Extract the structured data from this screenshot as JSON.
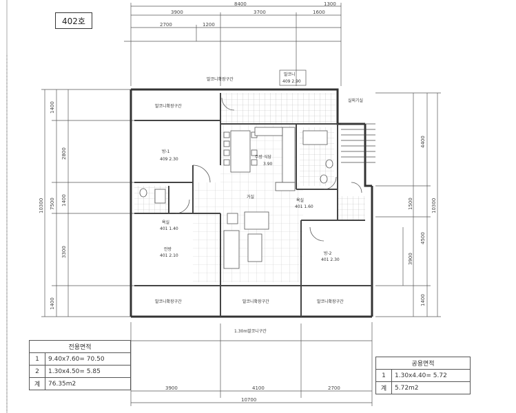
{
  "unit_label": "402호",
  "dimensions": {
    "top_total": "8400",
    "top_right": "1300",
    "top_row1": [
      "3900",
      "3700",
      "1600"
    ],
    "top_row2": [
      "2700",
      "1200"
    ],
    "left_total": "10300",
    "left_row1": [
      "1400",
      "2800",
      "1400",
      "3300",
      "1400"
    ],
    "left_row2": [
      "7500"
    ],
    "right_row1": [
      "4400",
      "1500",
      "4500",
      "1400"
    ],
    "right_total": "10300",
    "right_inner": "3900",
    "bottom_row1": [
      "3900",
      "4100",
      "2700"
    ],
    "bottom_total": "10700"
  },
  "rooms": {
    "balcony_top_left": "발코니확장구간",
    "room1": "방-1",
    "room1_area": "409 2.30",
    "kitchen": "주방·식당",
    "kitchen_area": "3.90",
    "living": "거실",
    "bath": "욕실",
    "bath_area": "401 1.40",
    "bath2": "욕실",
    "bath2_area": "401 1.60",
    "master": "안방",
    "master_area": "401 2.10",
    "room2": "방-2",
    "room2_area": "401 2.30",
    "balcony_bottom_left": "발코니확장구간",
    "balcony_bottom_mid": "발코니확장구간",
    "balcony_bottom_right": "발코니확장구간",
    "top_note": "발코니확장구간",
    "top_tag": "발코니",
    "top_tag_sub": "409 2.90",
    "right_note": "실외기실",
    "bottom_note": "1.30m발코니구간"
  },
  "exclusive_area": {
    "header": "전용면적",
    "rows": [
      {
        "idx": "1",
        "value": "9.40x7.60= 70.50"
      },
      {
        "idx": "2",
        "value": "1.30x4.50= 5.85"
      },
      {
        "idx": "계",
        "value": "76.35m2"
      }
    ]
  },
  "common_area": {
    "header": "공용면적",
    "rows": [
      {
        "idx": "1",
        "value": "1.30x4.40= 5.72"
      },
      {
        "idx": "계",
        "value": "5.72m2"
      }
    ]
  }
}
